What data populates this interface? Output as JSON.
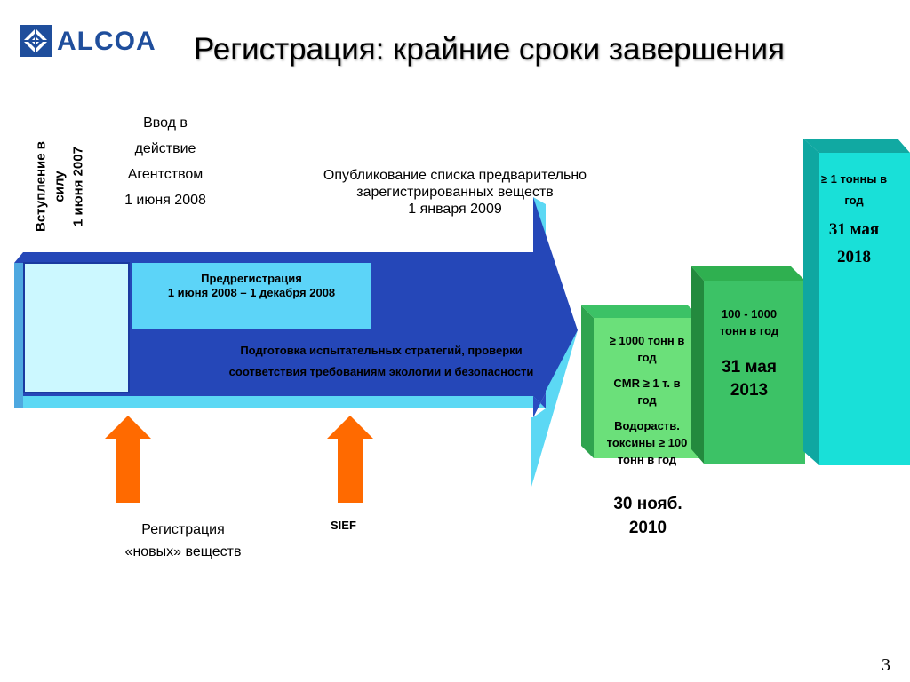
{
  "brand": {
    "logo_text": "ALCOA",
    "color": "#1f4e9c"
  },
  "title": "Регистрация: крайние сроки завершения",
  "in_force": {
    "line1": "Вступление в",
    "line2": "силу",
    "line3": "1 июня 2007"
  },
  "agency_start": {
    "line1": "Ввод в",
    "line2": "действие",
    "line3": "Агентством",
    "line4": "1 июня 2008"
  },
  "publication": {
    "line1": "Опубликование списка предварительно",
    "line2": "зарегистрированных веществ",
    "line3": "1 января 2009"
  },
  "preregistration": {
    "line1": "Предрегистрация",
    "line2": "1 июня 2008 – 1 декабря 2008"
  },
  "preparation": {
    "line1": "Подготовка испытательных стратегий, проверки",
    "line2": "соответствия требованиям экологии и безопасности"
  },
  "registration_new": {
    "line1": "Регистрация",
    "line2": "«новых» веществ"
  },
  "sief_label": "SIEF",
  "deadline_2010": {
    "line1": "≥ 1000 тонн в",
    "line2": "год",
    "line3": "CMR ≥ 1 т. в",
    "line4": "год",
    "line5": "Водораств.",
    "line6": "токсины ≥ 100",
    "line7": "тонн в год",
    "date1": "30 нояб.",
    "date2": "2010"
  },
  "deadline_2013": {
    "line1": "100 - 1000",
    "line2": "тонн в год",
    "date1": "31 мая",
    "date2": "2013"
  },
  "deadline_2018": {
    "line1": "≥ 1 тонны в",
    "line2": "год",
    "date1": "31 мая",
    "date2": "2018"
  },
  "page_number": "3",
  "colors": {
    "arrow_dark": "#2547b8",
    "arrow_light": "#5cd8f4",
    "arrow_side": "#3aaee0",
    "pale_cyan": "#ccf8ff",
    "prereg_box": "#5cd4f8",
    "orange": "#ff6a00",
    "green_light": "#6be07a",
    "green_mid": "#3cc266",
    "turquoise": "#19e0d8"
  }
}
